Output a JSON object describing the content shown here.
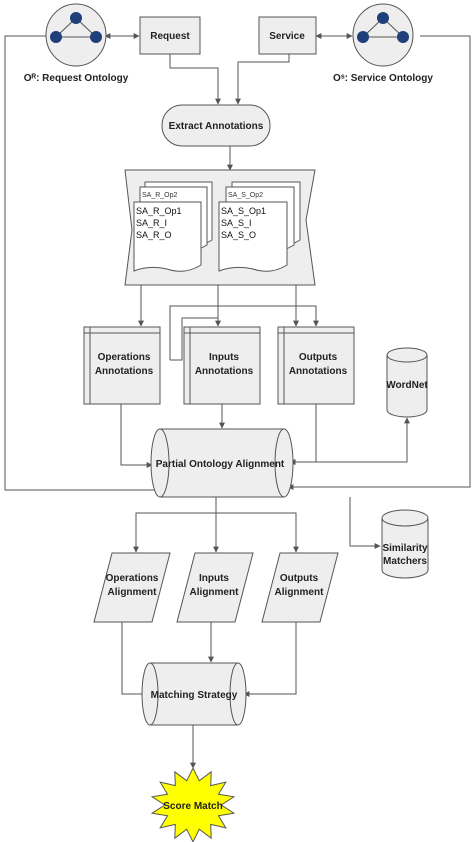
{
  "nodes": {
    "request_ontology_label": "Oᴿ: Request Ontology",
    "service_ontology_label": "Oˢ: Service Ontology",
    "request": "Request",
    "service": "Service",
    "extract_annotations": "Extract Annotations",
    "doc_left_back": "SA_R_Op2",
    "doc_left_lines": [
      "SA_R_Op1",
      "SA_R_I",
      "SA_R_O"
    ],
    "doc_right_back": "SA_S_Op2",
    "doc_right_lines": [
      "SA_S_Op1",
      "SA_S_I",
      "SA_S_O"
    ],
    "operations_annotations": [
      "Operations",
      "Annotations"
    ],
    "inputs_annotations": [
      "Inputs",
      "Annotations"
    ],
    "outputs_annotations": [
      "Outputs",
      "Annotations"
    ],
    "wordnet": "WordNet",
    "partial_alignment": "Partial Ontology Alignment",
    "similarity_matchers": [
      "Similarity",
      "Matchers"
    ],
    "operations_alignment": [
      "Operations",
      "Alignment"
    ],
    "inputs_alignment": [
      "Inputs",
      "Alignment"
    ],
    "outputs_alignment": [
      "Outputs",
      "Alignment"
    ],
    "matching_strategy": "Matching Strategy",
    "score_match": "Score Match"
  },
  "colors": {
    "node_fill": "#eeeeee",
    "ontology_dot": "#1f3f7a",
    "star_fill": "#ffff00",
    "line": "#555555"
  }
}
